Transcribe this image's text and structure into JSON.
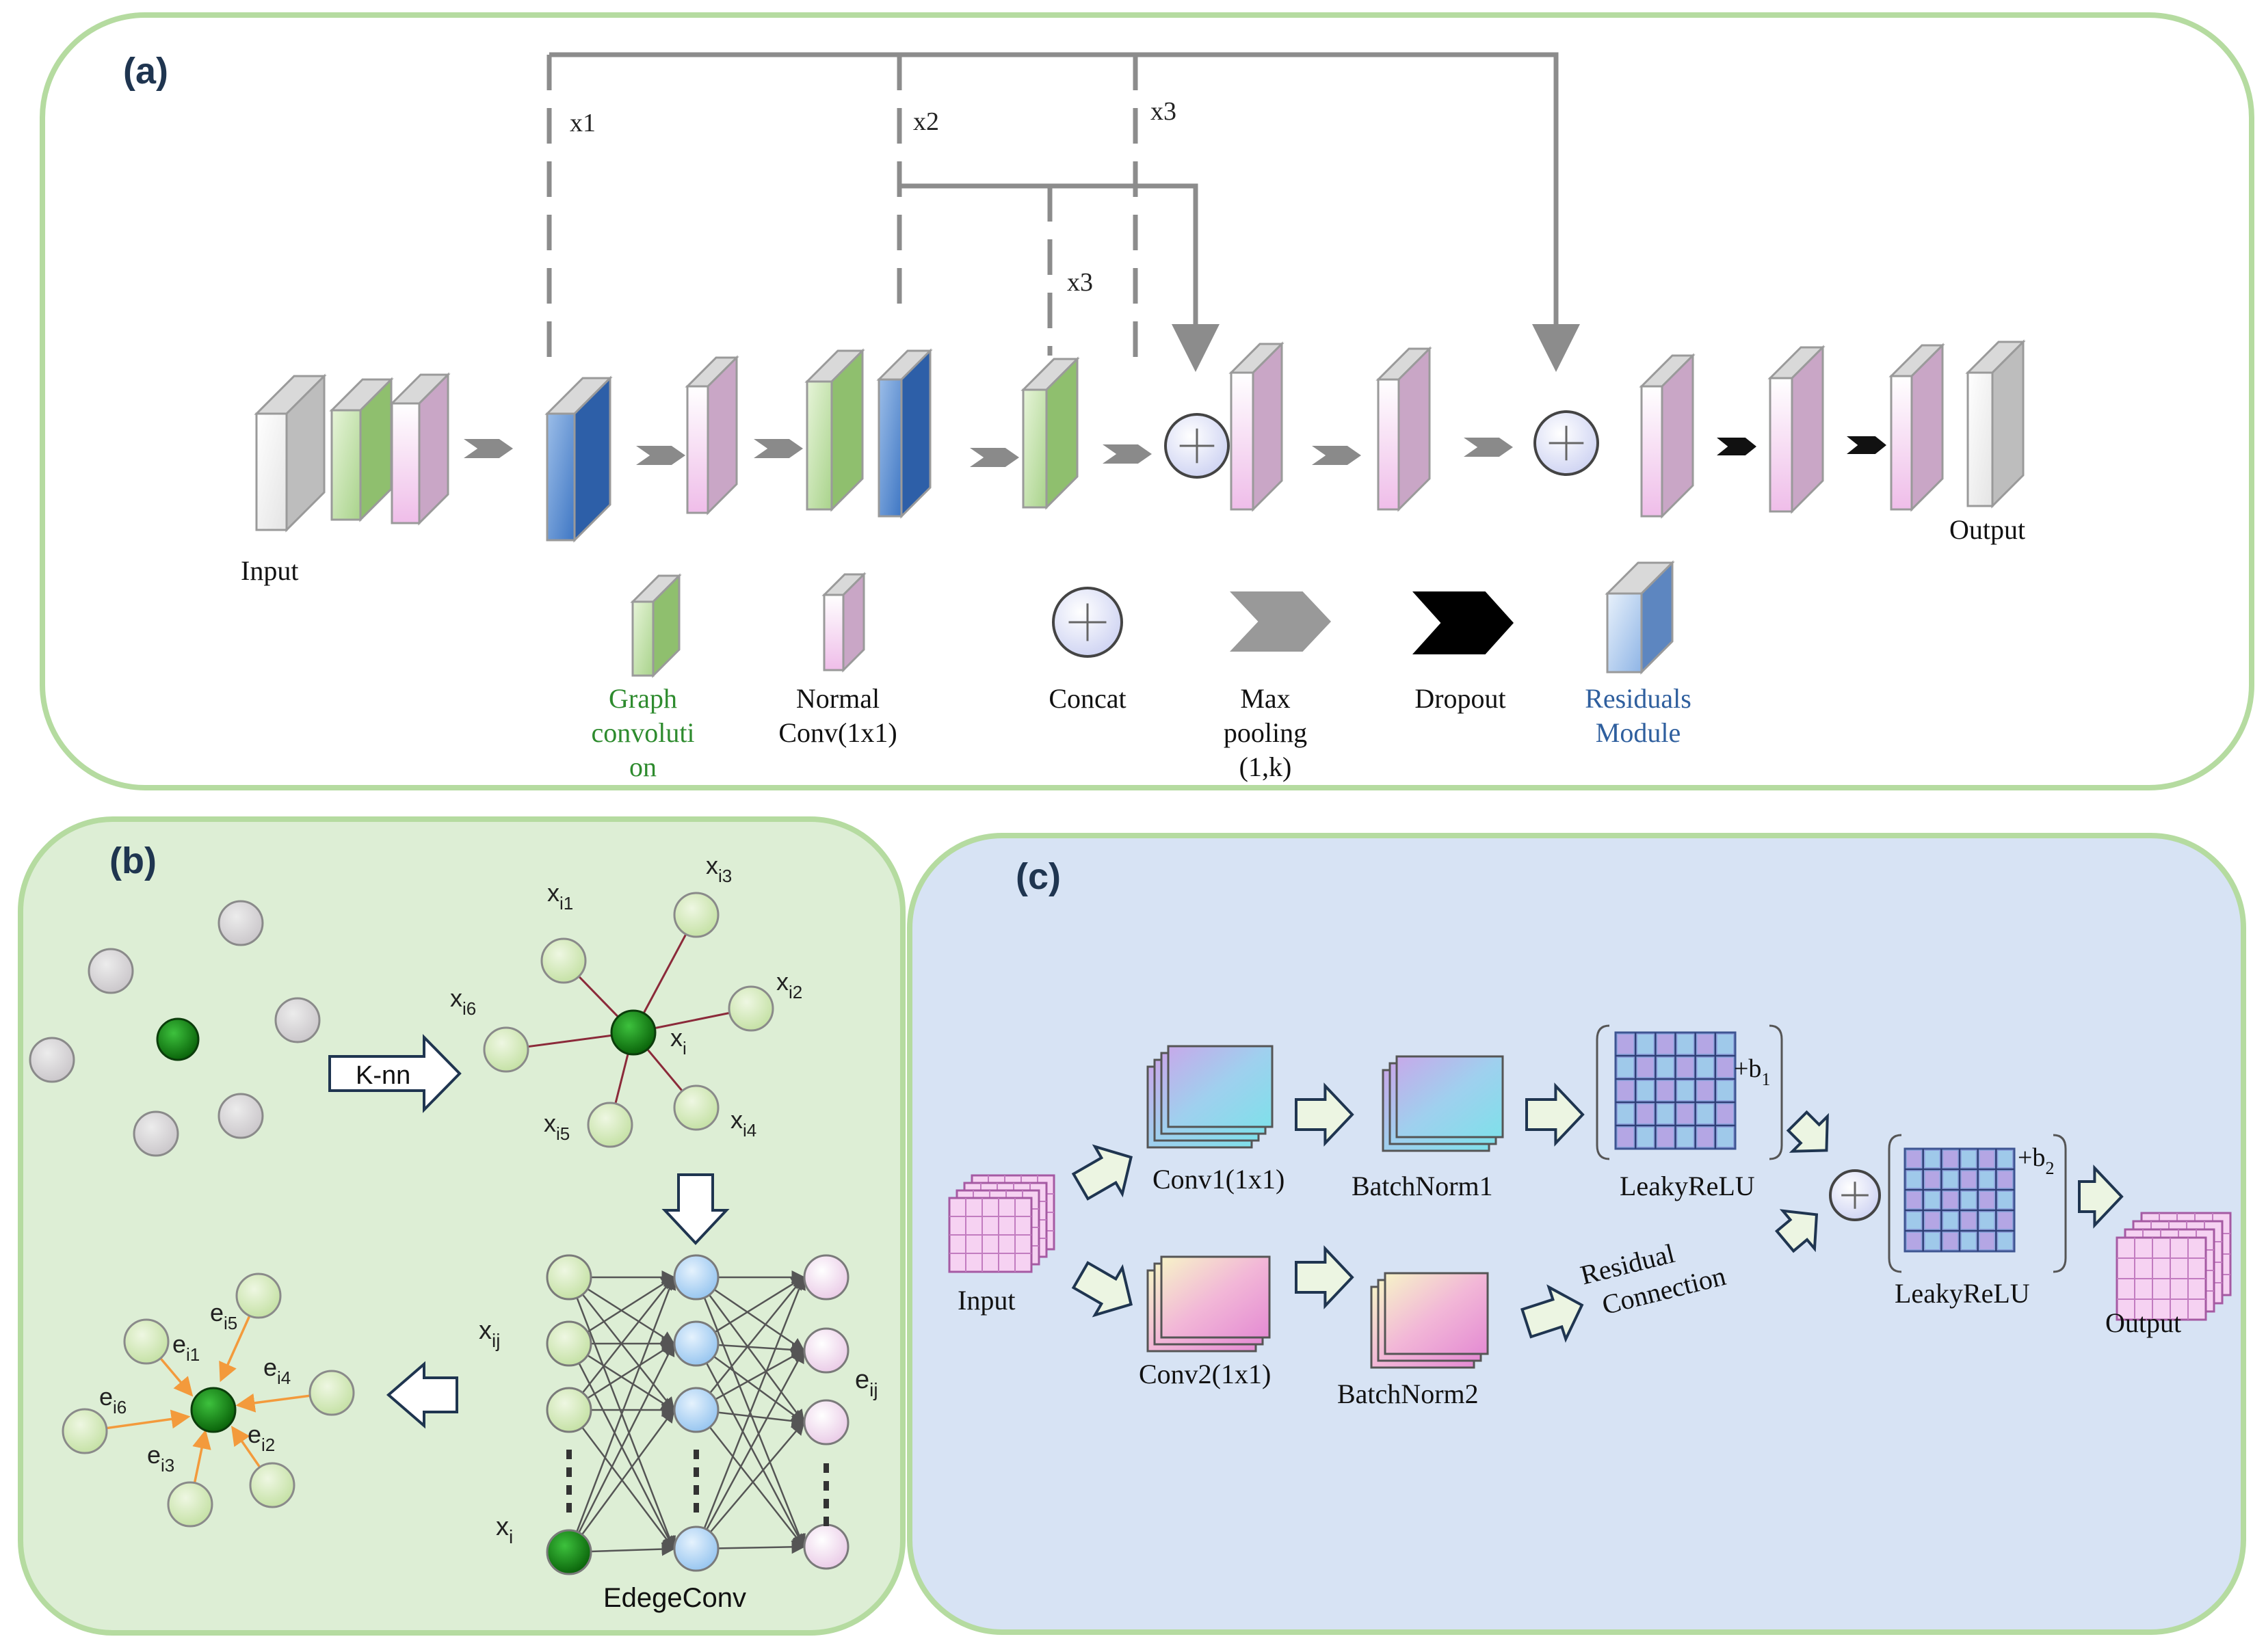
{
  "panel_a": {
    "label": "(a)",
    "skip_labels": [
      "x1",
      "x2",
      "x3",
      "x3"
    ],
    "input_label": "Input",
    "output_label": "Output",
    "legend": [
      {
        "key": "graph-conv",
        "label_lines": [
          "Graph",
          "convoluti",
          "on"
        ],
        "color": "#2e8b2e"
      },
      {
        "key": "normal-conv",
        "label_lines": [
          "Normal",
          "Conv(1x1)"
        ],
        "color": "#111111"
      },
      {
        "key": "concat",
        "label_lines": [
          "Concat"
        ],
        "color": "#111111"
      },
      {
        "key": "max-pooling",
        "label_lines": [
          "Max",
          "pooling",
          "(1,k)"
        ],
        "color": "#111111"
      },
      {
        "key": "dropout",
        "label_lines": [
          "Dropout"
        ],
        "color": "#111111"
      },
      {
        "key": "residuals",
        "label_lines": [
          "Residuals",
          "Module"
        ],
        "color": "#2f5f9e"
      }
    ]
  },
  "panel_b": {
    "label": "(b)",
    "knn_label": "K-nn",
    "neighbor_labels": [
      "x",
      "x",
      "x",
      "x",
      "x",
      "x",
      "x"
    ],
    "neighbor_subs": [
      "i1",
      "i3",
      "i2",
      "i",
      "i4",
      "i5",
      "i6"
    ],
    "edge_labels": [
      "e",
      "e",
      "e",
      "e",
      "e",
      "e"
    ],
    "edge_subs": [
      "i5",
      "i1",
      "i4",
      "i6",
      "i2",
      "i3"
    ],
    "xij": "x",
    "xij_sub": "ij",
    "xi": "x",
    "xi_sub": "i",
    "eij": "e",
    "eij_sub": "ij",
    "edgeconv_label": "EdegeConv"
  },
  "panel_c": {
    "label": "(c)",
    "input_label": "Input",
    "conv1": "Conv1(1x1)",
    "bn1": "BatchNorm1",
    "relu1": "LeakyReLU",
    "b1": "+b",
    "b1_sub": "1",
    "conv2": "Conv2(1x1)",
    "bn2": "BatchNorm2",
    "residual_lines": [
      "Residual",
      "Connection"
    ],
    "relu2": "LeakyReLU",
    "b2": "+b",
    "b2_sub": "2",
    "output_label": "Output"
  },
  "colors": {
    "panel_border": "#b5dba0",
    "panel_b_fill": "#ddeed5",
    "panel_c_fill": "#d7e3f4",
    "line_gray": "#8c8c8c",
    "green_layer": "#b9dca0",
    "pink_layer": "#f0d6ee",
    "blue_layer": "#6e9bd6",
    "white_layer": "#f4f4f4",
    "node_gray": "#d6d3d6",
    "node_green": "#cfe7b3",
    "node_dark": "#117a11",
    "node_blue": "#b4d4f2",
    "edge_red": "#8b2a3a",
    "edge_orange": "#f39a3c"
  }
}
